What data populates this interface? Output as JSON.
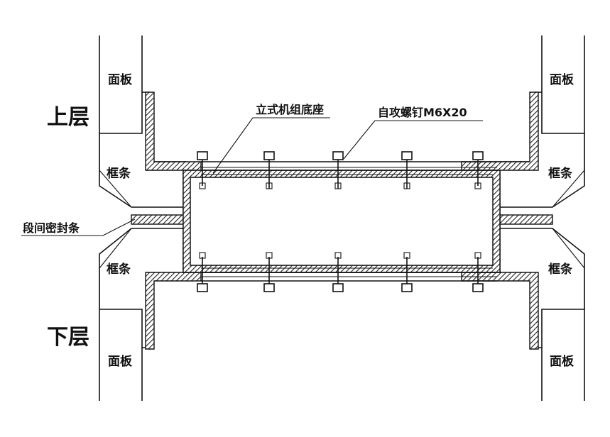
{
  "labels": {
    "upper_floor": "上层",
    "lower_floor": "下层",
    "panel": "面板",
    "frame_strip": "框条",
    "section_seal": "段间密封条",
    "unit_base": "立式机组底座",
    "screw": "自攻螺钉M6X20"
  }
}
